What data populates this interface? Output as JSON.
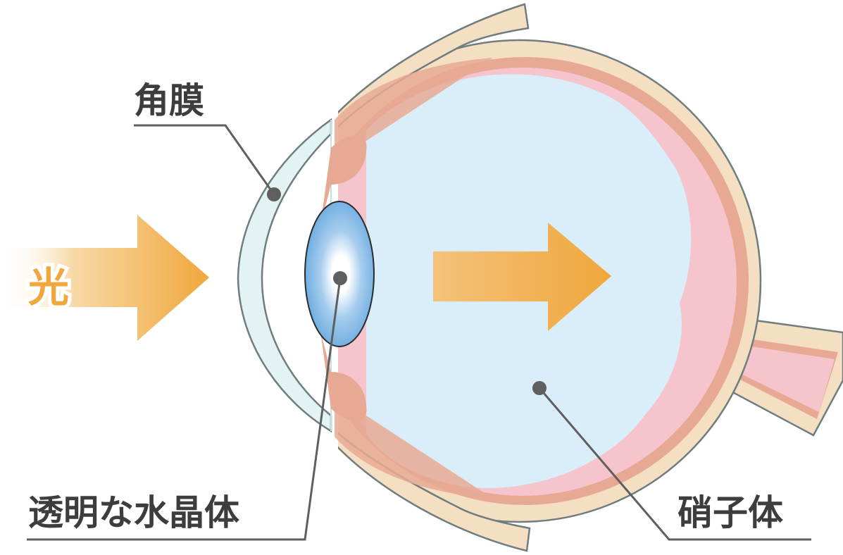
{
  "labels": {
    "cornea": "角膜",
    "lens": "透明な水晶体",
    "vitreous": "硝子体",
    "light": "光"
  },
  "colors": {
    "sclera": "#f5dfc2",
    "choroid": "#e8a994",
    "retina": "#f5c4cc",
    "vitreous": "#daeef9",
    "cornea": "#e3f3f3",
    "lens_edge": "#7ab3e2",
    "lens_center": "#ffffff",
    "arrow_dark": "#f0a73c",
    "arrow_light": "#f6c97f",
    "outline": "#6f7d7f",
    "leader": "#5f5f5f",
    "text": "#3d3d3d"
  }
}
